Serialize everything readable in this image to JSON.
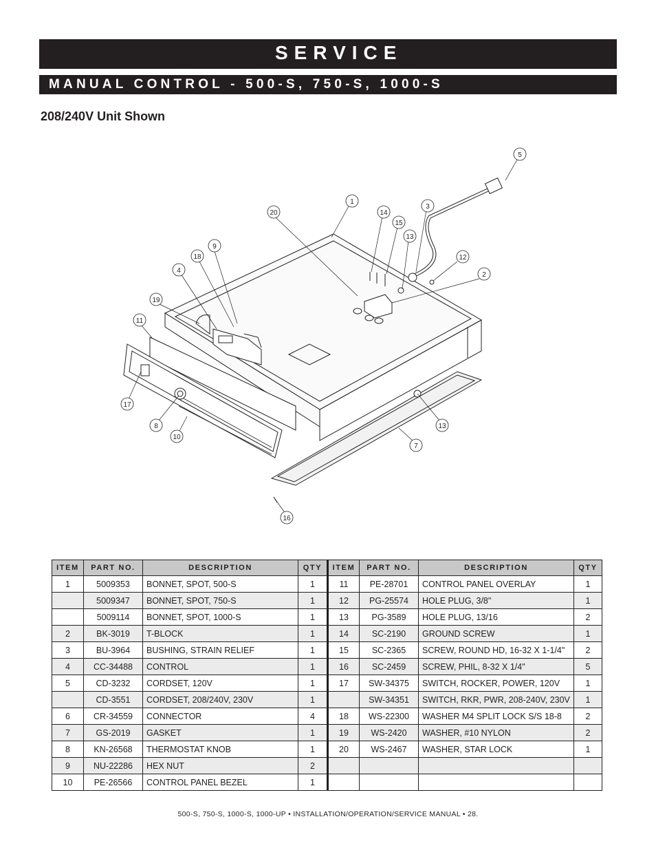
{
  "header": {
    "title": "SERVICE",
    "section": "MANUAL CONTROL - 500-S, 750-S, 1000-S"
  },
  "subtitle": "208/240V Unit Shown",
  "diagram": {
    "callouts": [
      "1",
      "2",
      "3",
      "4",
      "5",
      "7",
      "8",
      "9",
      "10",
      "11",
      "12",
      "13",
      "13",
      "14",
      "15",
      "16",
      "17",
      "18",
      "19",
      "20"
    ]
  },
  "table": {
    "headers": [
      "ITEM",
      "PART NO.",
      "DESCRIPTION",
      "QTY",
      "ITEM",
      "PART NO.",
      "DESCRIPTION",
      "QTY"
    ],
    "rows": [
      [
        "1",
        "5009353",
        "BONNET, SPOT, 500-S",
        "1",
        "11",
        "PE-28701",
        "CONTROL PANEL OVERLAY",
        "1"
      ],
      [
        "",
        "5009347",
        "BONNET, SPOT, 750-S",
        "1",
        "12",
        "PG-25574",
        "HOLE PLUG, 3/8\"",
        "1"
      ],
      [
        "",
        "5009114",
        "BONNET, SPOT, 1000-S",
        "1",
        "13",
        "PG-3589",
        "HOLE PLUG, 13/16",
        "2"
      ],
      [
        "2",
        "BK-3019",
        "T-BLOCK",
        "1",
        "14",
        "SC-2190",
        "GROUND SCREW",
        "1"
      ],
      [
        "3",
        "BU-3964",
        "BUSHING, STRAIN RELIEF",
        "1",
        "15",
        "SC-2365",
        "SCREW, ROUND HD, 16-32 X 1-1/4\"",
        "2"
      ],
      [
        "4",
        "CC-34488",
        "CONTROL",
        "1",
        "16",
        "SC-2459",
        "SCREW, PHIL, 8-32 X 1/4\"",
        "5"
      ],
      [
        "5",
        "CD-3232",
        "CORDSET, 120V",
        "1",
        "17",
        "SW-34375",
        "SWITCH, ROCKER, POWER, 120V",
        "1"
      ],
      [
        "",
        "CD-3551",
        "CORDSET, 208/240V, 230V",
        "1",
        "",
        "SW-34351",
        "SWITCH, RKR, PWR, 208-240V, 230V",
        "1"
      ],
      [
        "6",
        "CR-34559",
        "CONNECTOR",
        "4",
        "18",
        "WS-22300",
        "WASHER M4 SPLIT LOCK S/S 18-8",
        "2"
      ],
      [
        "7",
        "GS-2019",
        "GASKET",
        "1",
        "19",
        "WS-2420",
        "WASHER, #10 NYLON",
        "2"
      ],
      [
        "8",
        "KN-26568",
        "THERMOSTAT KNOB",
        "1",
        "20",
        "WS-2467",
        "WASHER, STAR LOCK",
        "1"
      ],
      [
        "9",
        "NU-22286",
        "HEX NUT",
        "2",
        "",
        "",
        "",
        ""
      ],
      [
        "10",
        "PE-26566",
        "CONTROL PANEL BEZEL",
        "1",
        "",
        "",
        "",
        ""
      ]
    ]
  },
  "footer": "500-S, 750-S, 1000-S, 1000-UP • INSTALLATION/OPERATION/SERVICE MANUAL • 28."
}
